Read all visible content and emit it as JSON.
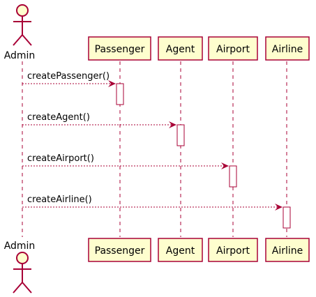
{
  "colors": {
    "participant_fill": "#FEFECE",
    "participant_stroke": "#A80036",
    "lifeline": "#A80036",
    "message": "#A80036",
    "activation_fill": "#FFFFFF",
    "text": "#000000"
  },
  "actor": {
    "name": "Admin",
    "icon": "stick-figure-actor-icon"
  },
  "participants": [
    {
      "id": "passenger",
      "label": "Passenger"
    },
    {
      "id": "agent",
      "label": "Agent"
    },
    {
      "id": "airport",
      "label": "Airport"
    },
    {
      "id": "airline",
      "label": "Airline"
    }
  ],
  "messages": [
    {
      "label": "createPassenger()",
      "to": "passenger"
    },
    {
      "label": "createAgent()",
      "to": "agent"
    },
    {
      "label": "createAirport()",
      "to": "airport"
    },
    {
      "label": "createAirline()",
      "to": "airline"
    }
  ]
}
